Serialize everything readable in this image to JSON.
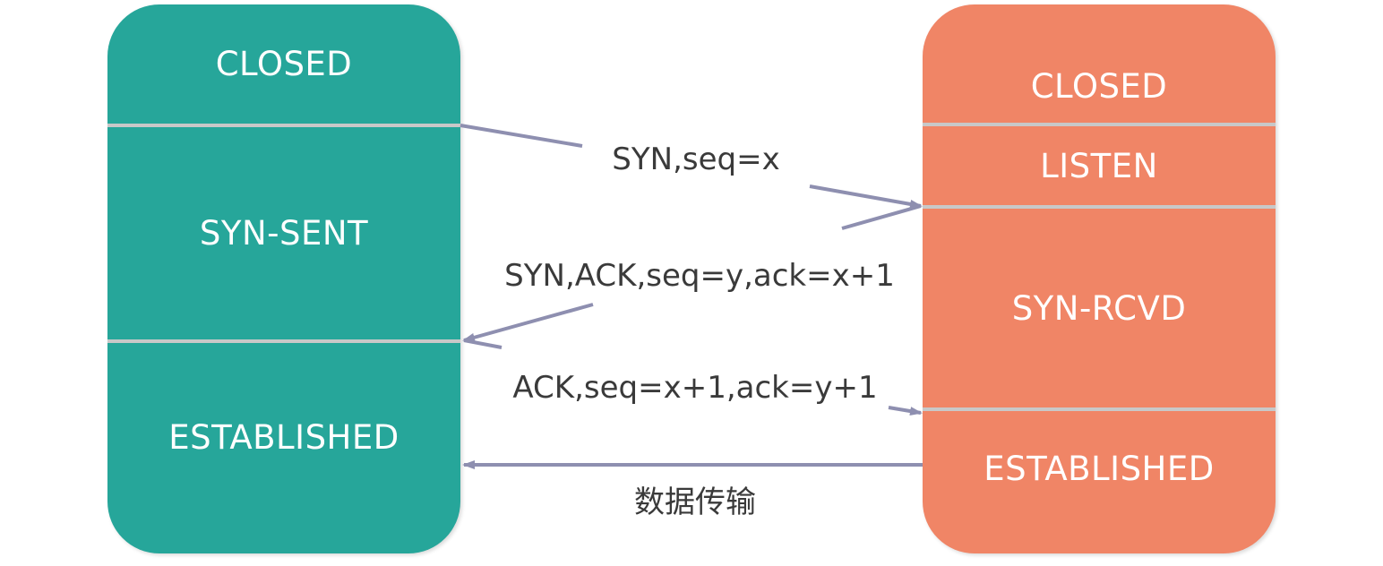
{
  "client": {
    "states": [
      "CLOSED",
      "SYN-SENT",
      "ESTABLISHED"
    ]
  },
  "server": {
    "states": [
      "CLOSED",
      "LISTEN",
      "SYN-RCVD",
      "ESTABLISHED"
    ]
  },
  "messages": {
    "syn": "SYN,seq=x",
    "syn_ack": "SYN,ACK,seq=y,ack=x+1",
    "ack": "ACK,seq=x+1,ack=y+1",
    "data": "数据传输"
  },
  "colors": {
    "client": "#26a69a",
    "server": "#f08566",
    "arrow": "#8e8fb0",
    "divider": "#c8c8c8"
  }
}
